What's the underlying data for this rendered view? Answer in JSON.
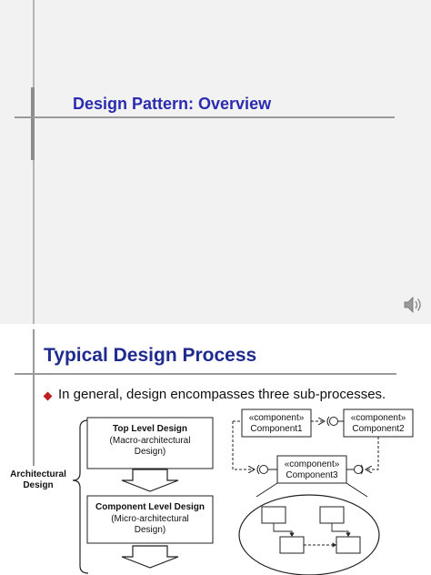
{
  "slide1": {
    "title": "Design Pattern: Overview",
    "audio_icon": "speaker-icon"
  },
  "slide2": {
    "title": "Typical Design Process",
    "bullet": "In general, design encompasses three sub-processes.",
    "left_label": [
      "Architectural",
      "Design"
    ],
    "top_box": {
      "title": "Top Level Design",
      "lines": [
        "(Macro-architectural",
        "Design)"
      ]
    },
    "component_box": {
      "title": "Component Level Design",
      "lines": [
        "(Micro-architectural",
        "Design)"
      ]
    },
    "components": [
      {
        "stereotype": "«component»",
        "name": "Component1"
      },
      {
        "stereotype": "«component»",
        "name": "Component2"
      },
      {
        "stereotype": "«component»",
        "name": "Component3"
      }
    ],
    "colors": {
      "title": "#1f2b8f",
      "overview_title": "#2b2bb0",
      "bullet": "#c02020"
    }
  }
}
